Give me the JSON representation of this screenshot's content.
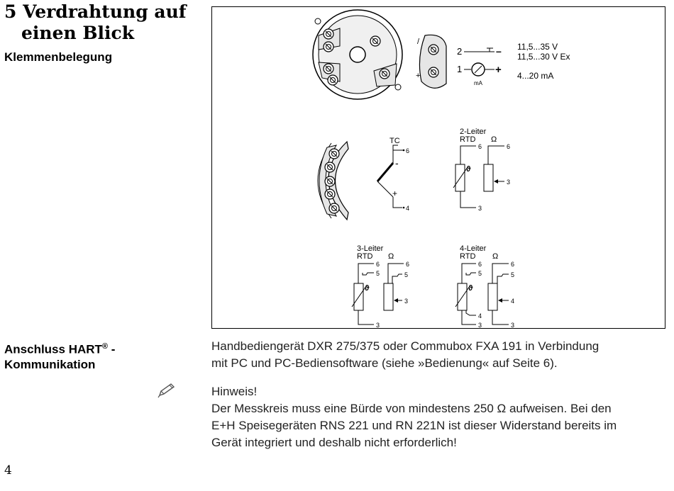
{
  "chapter": {
    "number": "5",
    "title_line1": "5 Verdrahtung auf",
    "title_line2": "einen Blick"
  },
  "sections": {
    "terminal_assignment": "Klemmenbelegung",
    "hart_line1": "Anschluss HART",
    "hart_sup": "®",
    "hart_suffix": " -",
    "hart_line2": "Kommunikation"
  },
  "diagram": {
    "loop": {
      "terminal_2": "2",
      "terminal_1": "1",
      "minus": "–",
      "plus": "+",
      "voltage": "11,5...35 V",
      "voltage_ex": "11,5...30 V Ex",
      "meter_unit": "mA",
      "current": "4...20 mA"
    },
    "tc": {
      "label": "TC",
      "t6": "6",
      "t4": "4",
      "minus": "-",
      "plus": "+"
    },
    "two_wire": {
      "title": "2-Leiter",
      "rtd": "RTD",
      "ohm": "Ω",
      "t6a": "6",
      "t6b": "6",
      "t3a": "3",
      "t3b": "3",
      "theta": "ϑ"
    },
    "three_wire": {
      "title": "3-Leiter",
      "rtd": "RTD",
      "ohm": "Ω",
      "t6a": "6",
      "t6b": "6",
      "t5a": "5",
      "t5b": "5",
      "t3a": "3",
      "t3b": "3",
      "theta": "ϑ"
    },
    "four_wire": {
      "title": "4-Leiter",
      "rtd": "RTD",
      "ohm": "Ω",
      "t6a": "6",
      "t6b": "6",
      "t5a": "5",
      "t5b": "5",
      "t4a": "4",
      "t4b": "4",
      "t3a": "3",
      "t3b": "3",
      "theta": "ϑ"
    }
  },
  "hart_text": {
    "line1": "Handbediengerät DXR 275/375 oder Commubox FXA 191 in Verbindung",
    "line2": "mit PC und PC-Bediensoftware (siehe »Bedienung« auf Seite 6)."
  },
  "note": {
    "title": "Hinweis!",
    "line1": "Der Messkreis muss eine Bürde von mindestens 250 Ω aufweisen. Bei den",
    "line2": "E+H Speisegeräten RNS 221 und RN 221N ist dieser Widerstand bereits im",
    "line3": "Gerät integriert und deshalb nicht erforderlich!"
  },
  "page_number": "4",
  "icons": {
    "note": "pencil-icon"
  }
}
